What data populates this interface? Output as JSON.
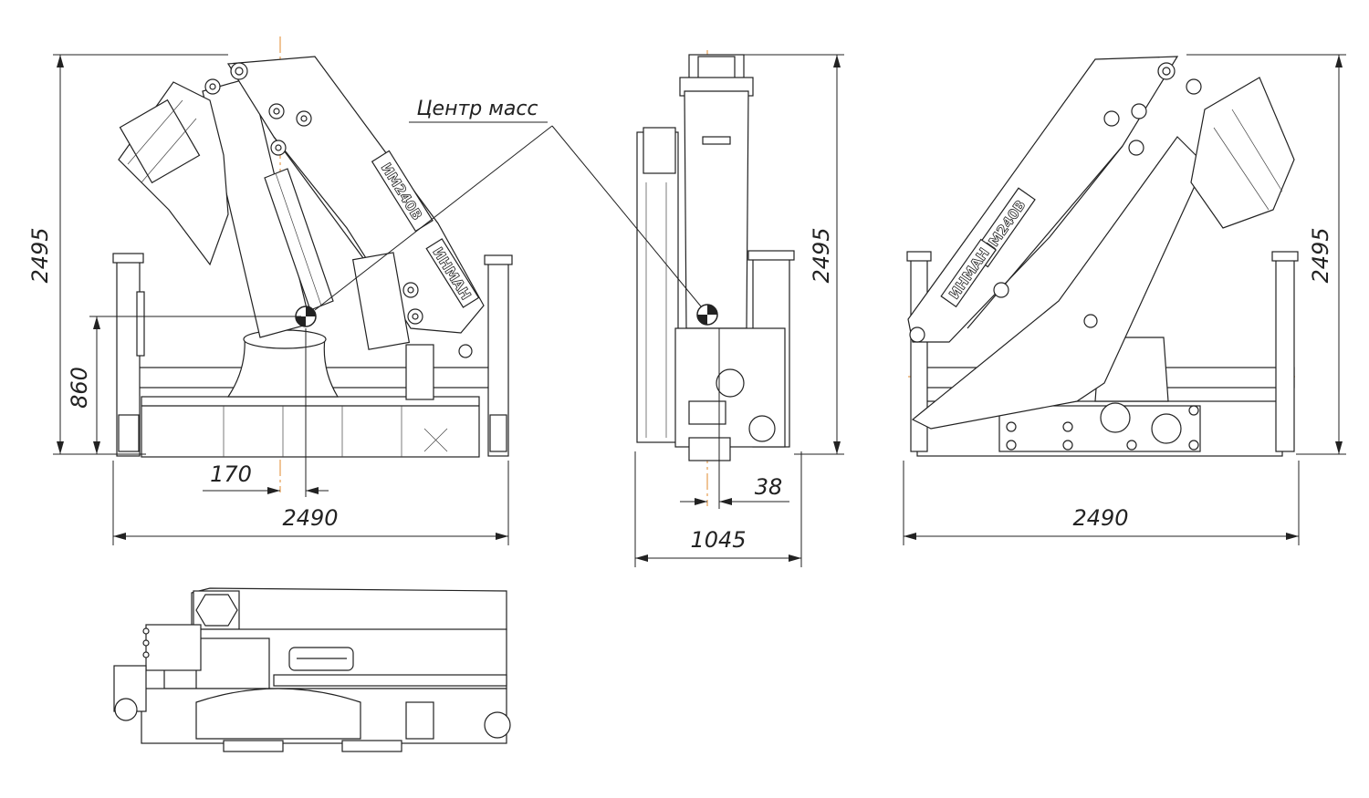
{
  "center_of_mass_label": "Центр масс",
  "brand_label": "ИМ240В",
  "maker_label": "ИНМАН",
  "dimensions": {
    "side_height": "2495",
    "side_com_height": "860",
    "side_com_offset": "170",
    "side_width": "2490",
    "front_height": "2495",
    "front_com_offset": "38",
    "front_width": "1045",
    "rear_height": "2495",
    "rear_width": "2490"
  }
}
